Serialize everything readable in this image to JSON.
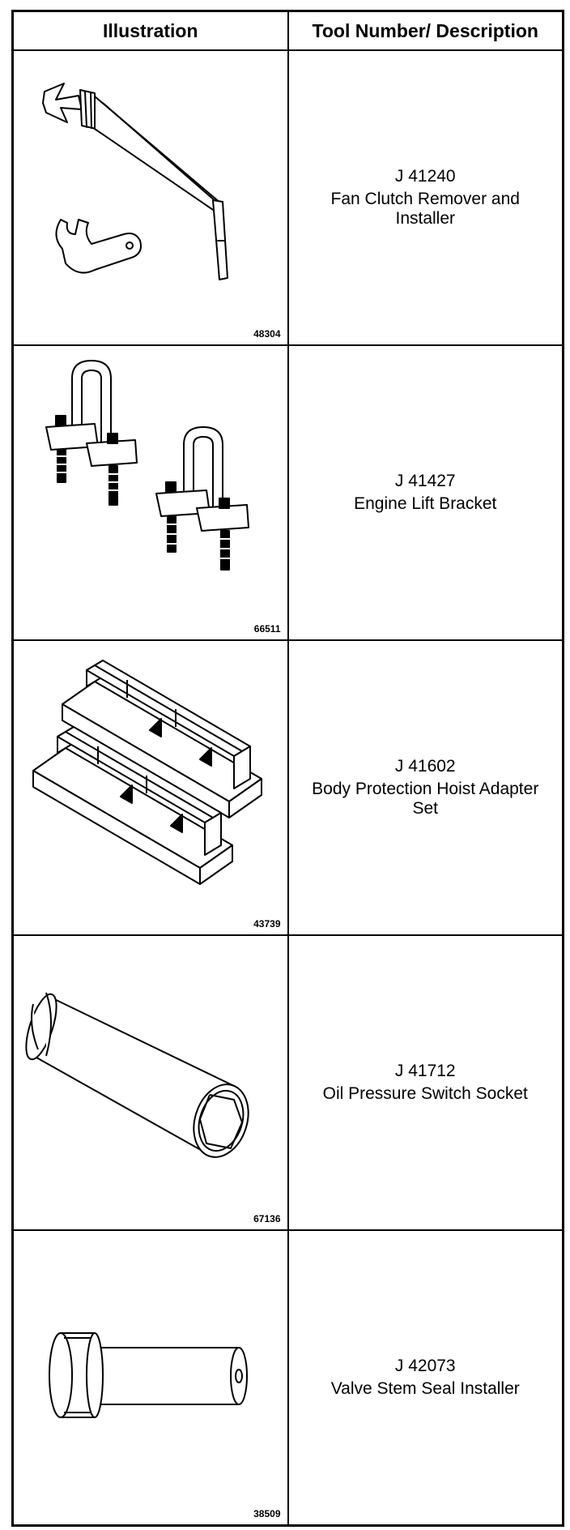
{
  "header": {
    "illustration": "Illustration",
    "tool_number_description": "Tool Number/ Description"
  },
  "tools": [
    {
      "figure": "48304",
      "number": "J 41240",
      "description": "Fan Clutch Remover and Installer",
      "icon": "fan-clutch-wrench-icon"
    },
    {
      "figure": "66511",
      "number": "J 41427",
      "description": "Engine Lift Bracket",
      "icon": "lift-bracket-icon"
    },
    {
      "figure": "43739",
      "number": "J 41602",
      "description": "Body Protection Hoist Adapter Set",
      "icon": "hoist-adapter-icon"
    },
    {
      "figure": "67136",
      "number": "J 41712",
      "description": "Oil Pressure Switch Socket",
      "icon": "socket-icon"
    },
    {
      "figure": "38509",
      "number": "J 42073",
      "description": "Valve Stem Seal Installer",
      "icon": "seal-installer-icon"
    }
  ]
}
